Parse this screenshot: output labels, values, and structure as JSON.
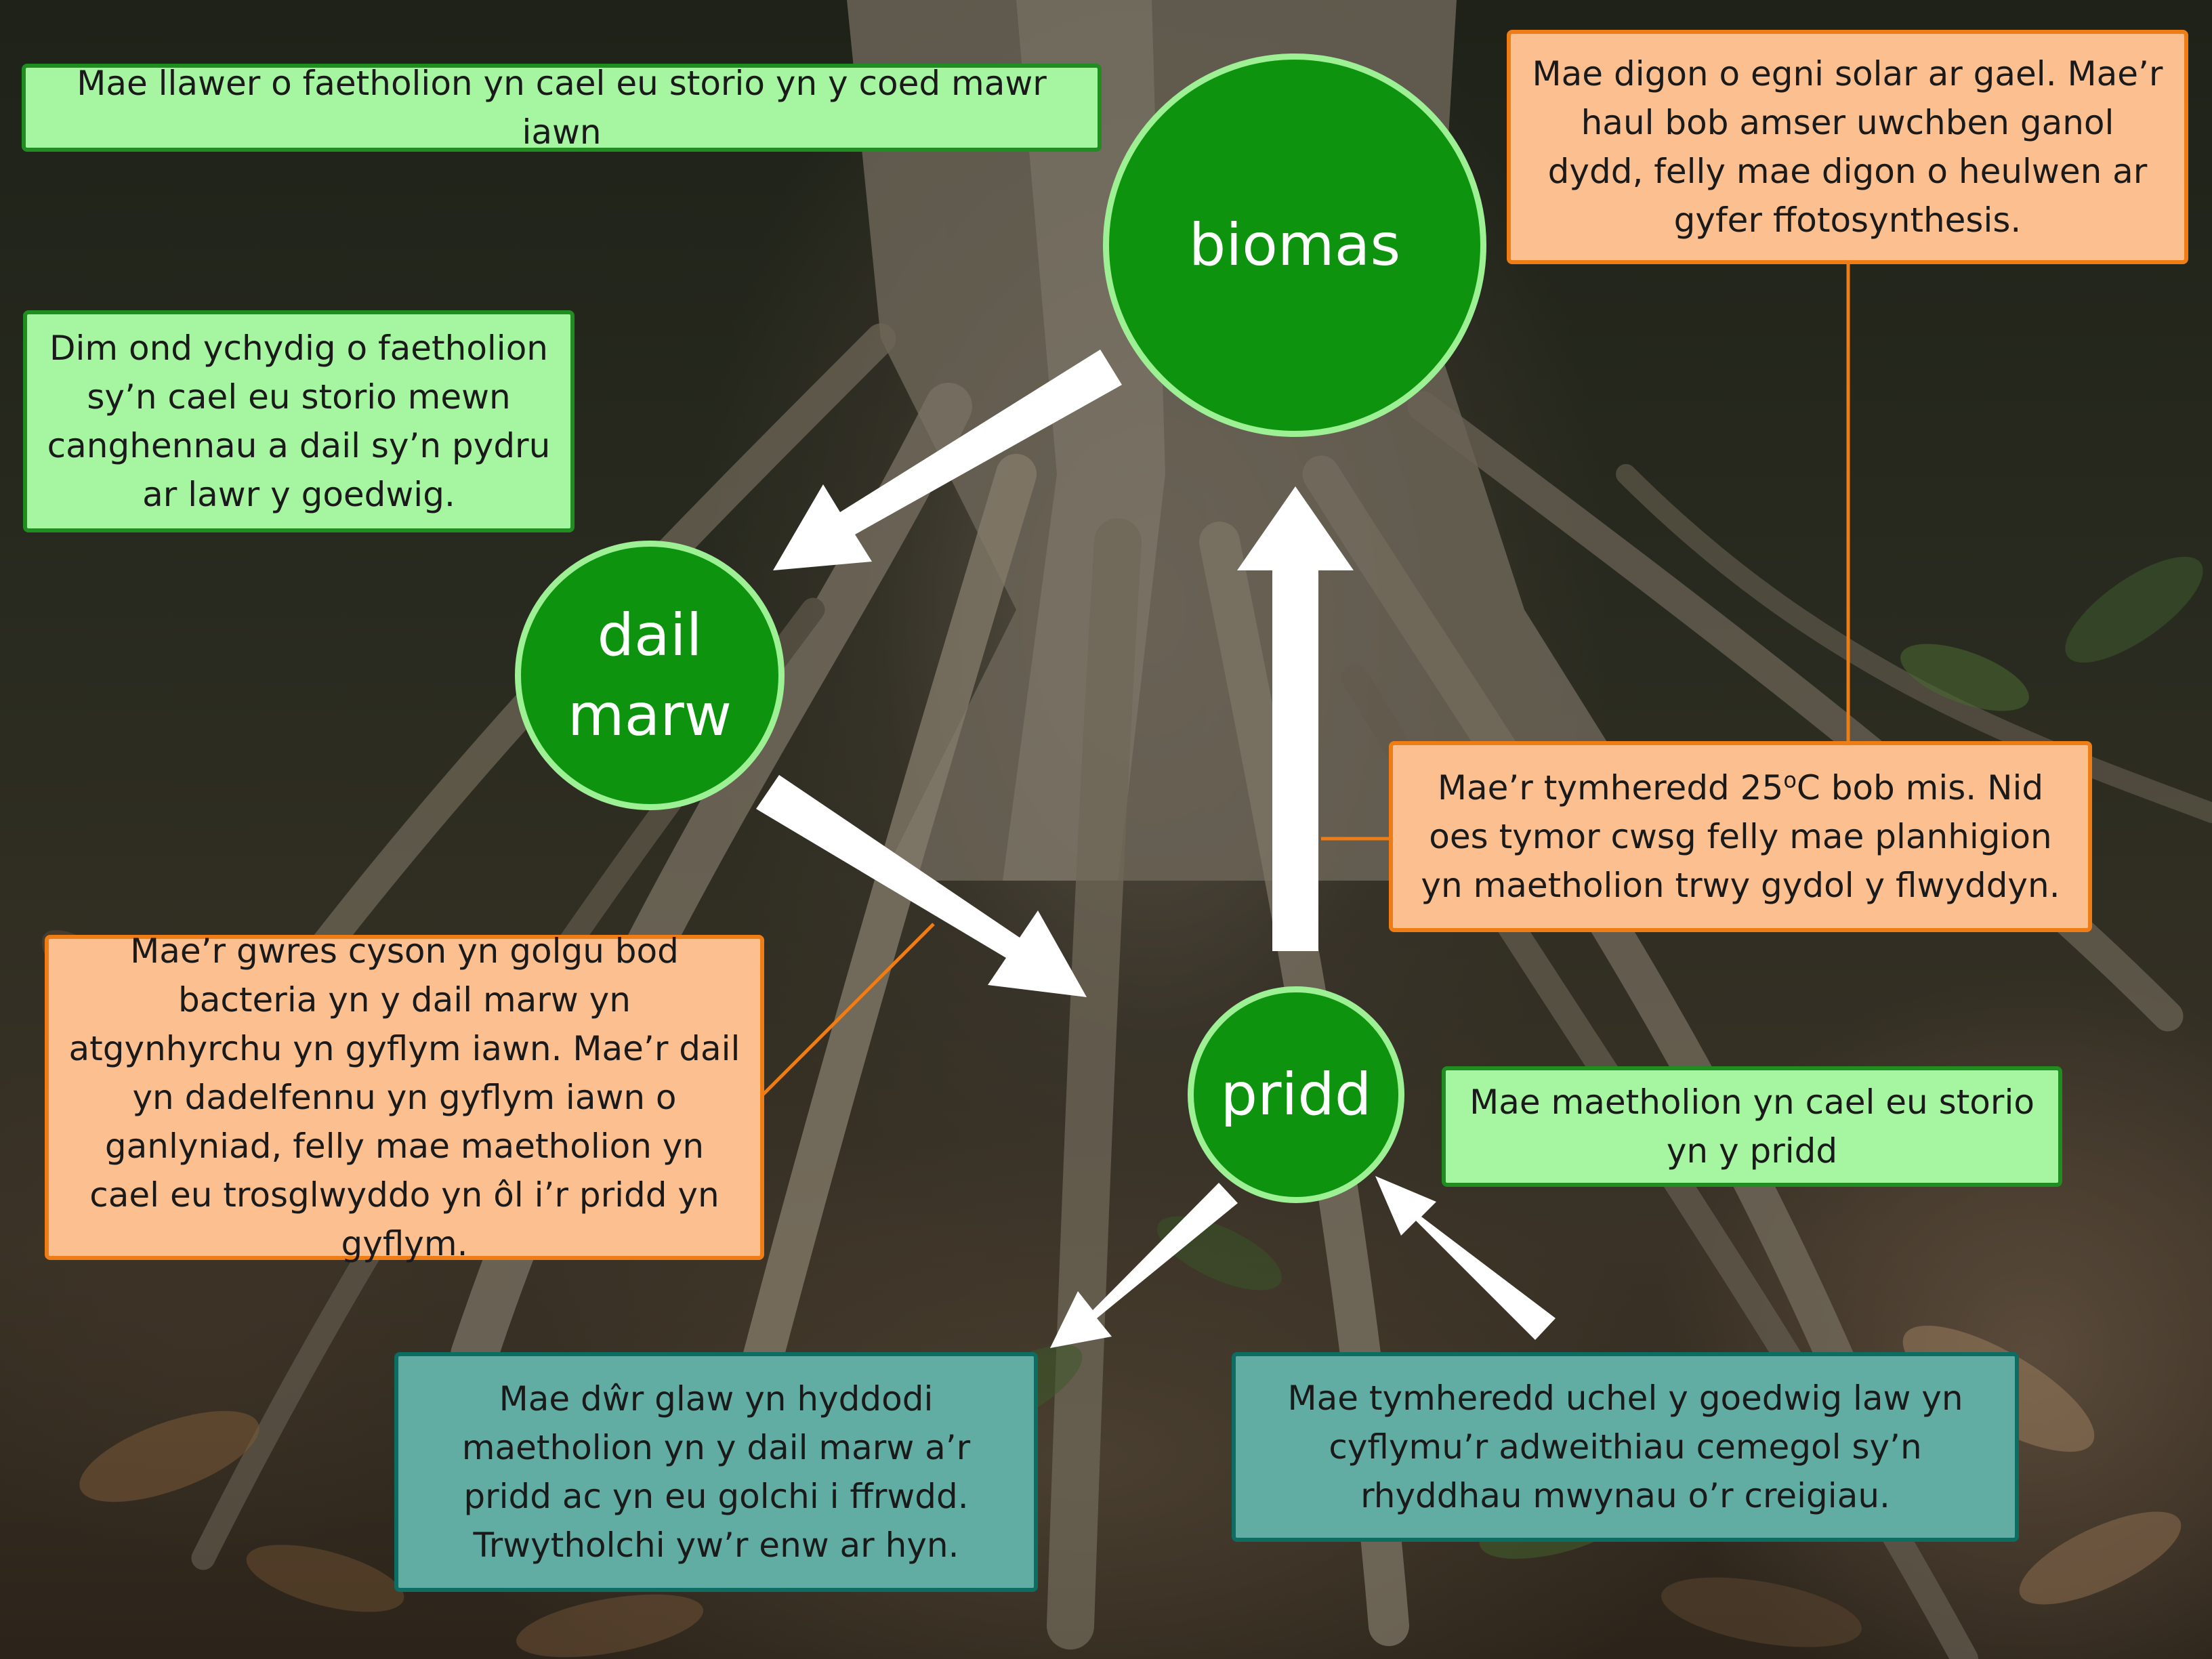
{
  "nodes": {
    "biomas": "biomas",
    "dail_marw_line1": "dail",
    "dail_marw_line2": "marw",
    "pridd": "pridd"
  },
  "boxes": {
    "nutrients_trees": "Mae llawer o faetholion yn cael eu storio yn y coed mawr iawn",
    "nutrients_leaf_litter": "Dim ond ychydig o faetholion sy’n cael eu storio mewn canghennau a dail sy’n pydru ar lawr y goedwig.",
    "solar_energy": "Mae digon o egni solar ar gael. Mae’r haul bob amser uwchben ganol dydd, felly mae digon o heulwen ar gyfer ffotosynthesis.",
    "temperature_prefix": "Mae’r tymheredd 25",
    "temperature_degree": "o",
    "temperature_suffix": "C bob mis. Nid oes tymor cwsg felly mae planhigion yn maetholion trwy gydol y flwyddyn.",
    "decomposition": "Mae’r gwres cyson yn golgu bod bacteria yn y dail marw yn atgynhyrchu yn gyflym iawn. Mae’r dail yn dadelfennu yn gyflym iawn o ganlyniad, felly mae maetholion yn cael eu trosglwyddo yn ôl i’r pridd yn gyflym.",
    "nutrients_soil": "Mae maetholion yn cael eu storio yn y pridd",
    "leaching": "Mae dŵr glaw yn hyddodi maetholion yn y dail marw a’r pridd ac yn eu golchi i ffrwdd. Trwytholchi yw’r enw ar hyn.",
    "weathering": "Mae tymheredd uchel y goedwig law yn cyflymu’r adweithiau cemegol sy’n rhyddhau mwynau o’r creigiau."
  },
  "colors": {
    "node_fill": "#0d930d",
    "node_border": "#9ef095",
    "green_box": "#a6f5a0",
    "green_border": "#1f8d1f",
    "orange_box": "#fcc090",
    "orange_border": "#ee7d16",
    "teal_box": "#62ada3",
    "teal_border": "#0d6d63",
    "arrow": "#ffffff"
  }
}
